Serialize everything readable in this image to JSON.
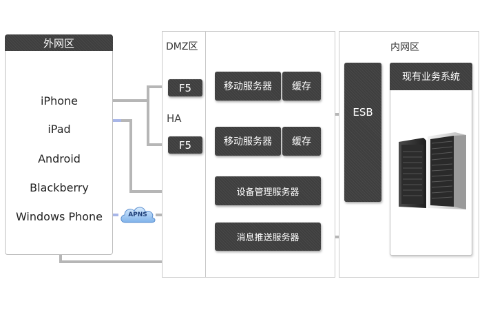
{
  "zones": {
    "external": {
      "title": "外网区"
    },
    "dmz": {
      "title": "DMZ区"
    },
    "internal": {
      "title": "内网区"
    }
  },
  "devices": [
    "iPhone",
    "iPad",
    "Android",
    "Blackberry",
    "Windows Phone"
  ],
  "apns": {
    "label": "APNS"
  },
  "dmz": {
    "f5_top": "F5",
    "ha": "HA",
    "f5_bottom": "F5",
    "mobile_server_1": "移动服务器",
    "cache_1": "缓存",
    "mobile_server_2": "移动服务器",
    "cache_2": "缓存",
    "device_mgmt_server": "设备管理服务器",
    "push_server": "消息推送服务器"
  },
  "internal": {
    "esb": "ESB",
    "existing_system": "现有业务系统"
  },
  "colors": {
    "box_dark": "#3e3e3e",
    "connector": "#b6b6b6",
    "connector_blue": "#a8b6e8",
    "zone_border": "#c8c8c8"
  }
}
